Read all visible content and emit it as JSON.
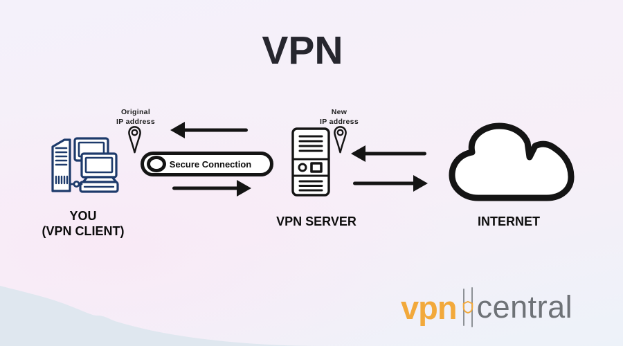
{
  "title": "VPN",
  "client": {
    "label_line1": "YOU",
    "label_line2": "(VPN CLIENT)"
  },
  "server": {
    "label": "VPN SERVER"
  },
  "internet": {
    "label": "INTERNET"
  },
  "tunnel": {
    "label": "Secure Connection"
  },
  "annotations": {
    "original_ip": {
      "line1": "Original",
      "line2": "IP address"
    },
    "new_ip": {
      "line1": "New",
      "line2": "IP address"
    }
  },
  "logo": {
    "vpn_text": "vpn",
    "central_text": "central"
  },
  "icons": {
    "client": "desktop-computers-icon",
    "server": "server-tower-icon",
    "internet": "cloud-icon",
    "ip_marker": "location-pin-icon",
    "logo": "shield-icon"
  },
  "colors": {
    "background_top": "#f4f1fa",
    "background_pink": "#f7eff8",
    "background_bottom": "#edf2f9",
    "mountain": "#dde7ef",
    "stroke_black": "#141414",
    "client_stroke": "#1d3a6b",
    "title_text": "#26262e",
    "logo_vpn": "#f2a93b",
    "logo_central": "#6e7277"
  }
}
